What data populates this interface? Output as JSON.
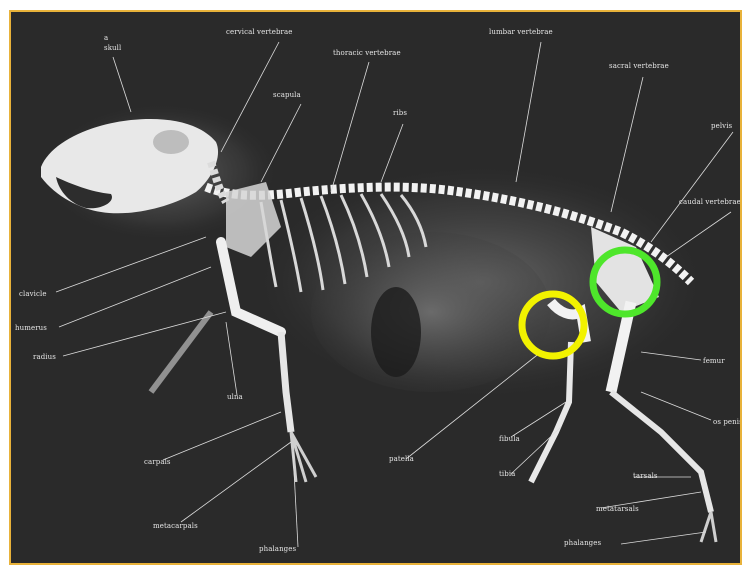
{
  "labels": {
    "skull": "skull",
    "skull_mark": "a",
    "cervical": "cervical vertebrae",
    "thoracic": "thoracic vertebrae",
    "lumbar": "lumbar vertebrae",
    "sacral": "sacral vertebrae",
    "scapula": "scapula",
    "ribs": "ribs",
    "pelvis": "pelvis",
    "caudal": "caudal vertebrae",
    "clavicle": "clavicle",
    "humerus": "humerus",
    "radius": "radius",
    "ulna": "ulna",
    "carpals": "carpals",
    "metacarpals": "metacarpals",
    "phalanges_front": "phalanges",
    "patella": "patella",
    "fibula": "fibula",
    "tibia": "tibia",
    "femur": "femur",
    "os_penis": "os penis",
    "tarsals": "tarsals",
    "metatarsals": "metatarsals",
    "phalanges_hind": "phalanges"
  },
  "markers": [
    {
      "name": "yellow",
      "color": "#f2f200"
    },
    {
      "name": "green",
      "color": "#4ee62b"
    }
  ],
  "colors": {
    "frame_border": "#e8b23a",
    "background": "#2a2a2a",
    "bone": "#f2f2f2"
  }
}
